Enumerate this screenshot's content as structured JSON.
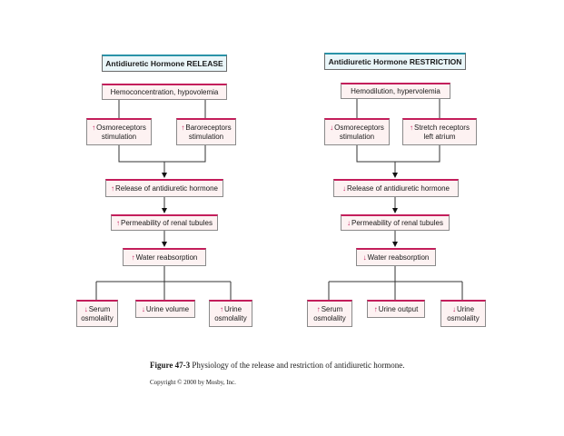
{
  "left": {
    "title": "Antidiuretic Hormone RELEASE",
    "trigger": "Hemoconcentration, hypovolemia",
    "receptor1": {
      "arrow": "↑",
      "label": "Osmoreceptors stimulation"
    },
    "receptor2": {
      "arrow": "↑",
      "label": "Baroreceptors stimulation"
    },
    "release": {
      "arrow": "↑",
      "label": "Release of antidiuretic hormone"
    },
    "permeability": {
      "arrow": "↑",
      "label": "Permeability of renal tubules"
    },
    "water": {
      "arrow": "↑",
      "label": "Water reabsorption"
    },
    "out1": {
      "arrow": "↓",
      "label": "Serum osmolality"
    },
    "out2": {
      "arrow": "↓",
      "label": "Urine volume"
    },
    "out3": {
      "arrow": "↑",
      "label": "Urine osmolality"
    }
  },
  "right": {
    "title": "Antidiuretic Hormone RESTRICTION",
    "trigger": "Hemodilution, hypervolemia",
    "receptor1": {
      "arrow": "↓",
      "label": "Osmoreceptors stimulation"
    },
    "receptor2": {
      "arrow": "↑",
      "label": "Stretch receptors left atrium"
    },
    "release": {
      "arrow": "↓",
      "label": "Release of antidiuretic hormone"
    },
    "permeability": {
      "arrow": "↓",
      "label": "Permeability of renal tubules"
    },
    "water": {
      "arrow": "↓",
      "label": "Water reabsorption"
    },
    "out1": {
      "arrow": "↑",
      "label": "Serum osmolality"
    },
    "out2": {
      "arrow": "↑",
      "label": "Urine output"
    },
    "out3": {
      "arrow": "↓",
      "label": "Urine osmolality"
    }
  },
  "caption": {
    "figure": "Figure 47-3",
    "text": "Physiology of the release and restriction of antidiuretic hormone.",
    "copyright": "Copyright © 2000 by Mosby, Inc."
  }
}
